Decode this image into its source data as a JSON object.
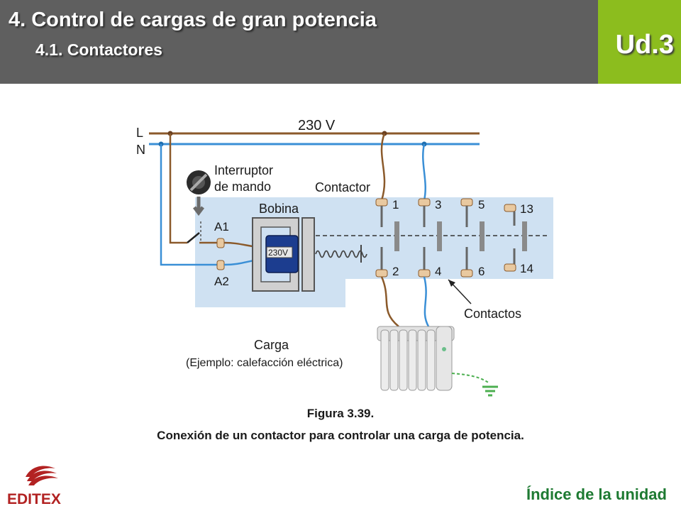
{
  "header": {
    "title": "4. Control de cargas de gran potencia",
    "subtitle": "4.1. Contactores",
    "unit": "Ud.3"
  },
  "diagram": {
    "line_L": "L",
    "line_N": "N",
    "voltage": "230 V",
    "switch_label_1": "Interruptor",
    "switch_label_2": "de mando",
    "contactor": "Contactor",
    "bobina": "Bobina",
    "a1": "A1",
    "a2": "A2",
    "coil_voltage": "230V",
    "t1": "1",
    "t3": "3",
    "t5": "5",
    "t13": "13",
    "t2": "2",
    "t4": "4",
    "t6": "6",
    "t14": "14",
    "contactos": "Contactos",
    "carga": "Carga",
    "carga_example": "(Ejemplo: calefacción eléctrica)"
  },
  "figure": {
    "number": "Figura 3.39.",
    "caption": "Conexión de un contactor para controlar una carga de potencia."
  },
  "footer": {
    "logo_text": "EDITEX",
    "index_link": "Índice de la unidad"
  },
  "colors": {
    "header_bg": "#5f5f5f",
    "badge_bg": "#8cbd1e",
    "phase_wire": "#8b5a2b",
    "neutral_wire": "#3a8fd6",
    "panel_bg": "#cfe1f2",
    "link": "#1e7a32",
    "logo": "#b22222"
  }
}
